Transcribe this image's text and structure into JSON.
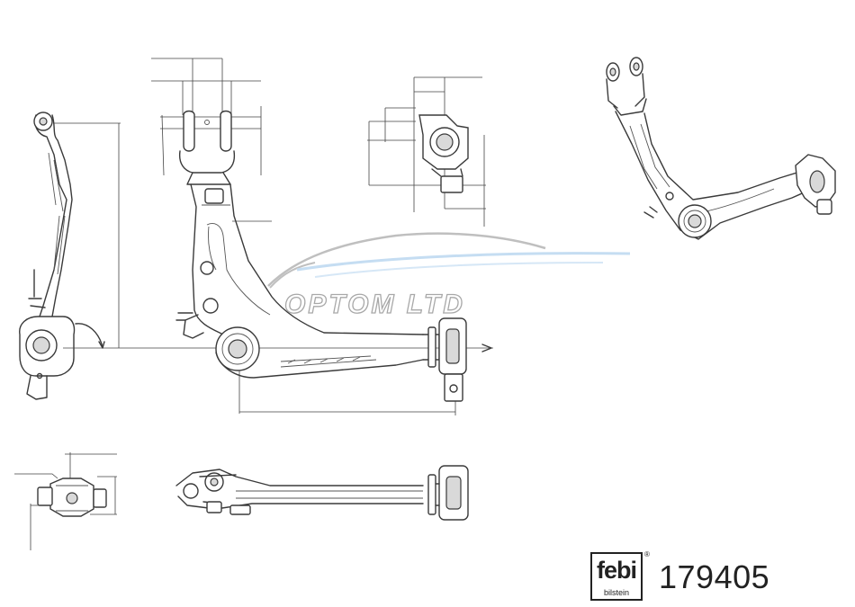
{
  "watermark": {
    "text": "OPTOM LTD"
  },
  "logo": {
    "brand": "febi",
    "sub": "bilstein",
    "mark": "®"
  },
  "part_number": "179405",
  "colors": {
    "line": "#3a3a3a",
    "watermark_blue": "#bcd8f0",
    "watermark_gray": "#b5b5b5",
    "background": "#ffffff"
  }
}
